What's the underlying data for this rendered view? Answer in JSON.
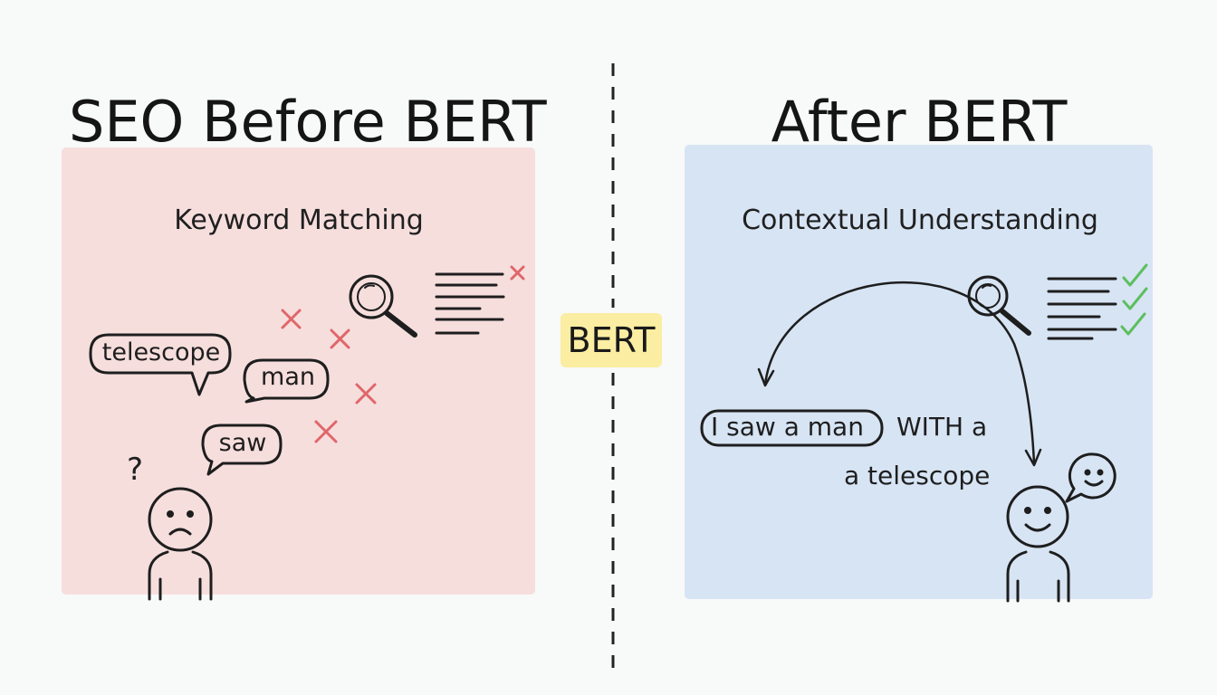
{
  "left_panel": {
    "title": "SEO Before BERT",
    "subtitle": "Keyword Matching",
    "bubbles": [
      "telescope",
      "man",
      "saw"
    ],
    "confusion_mark": "?",
    "colors": {
      "panel": "#f6dedd",
      "cross": "#e0666a"
    }
  },
  "center": {
    "badge": "BERT",
    "colors": {
      "badge": "#fbeda2"
    }
  },
  "right_panel": {
    "title": "After BERT",
    "sentence_phrase": "I saw a man",
    "sentence_rest": "WITH a",
    "sentence_line2": "a telescope",
    "colors": {
      "panel": "#d7e4f4",
      "check": "#5cbf5f"
    },
    "subtitle": "Contextual Understanding"
  },
  "icons": [
    "magnifier-icon",
    "document-lines-icon",
    "cross-icon",
    "check-icon",
    "person-icon",
    "smiley-icon",
    "speech-bubble-icon",
    "arrow-icon"
  ]
}
